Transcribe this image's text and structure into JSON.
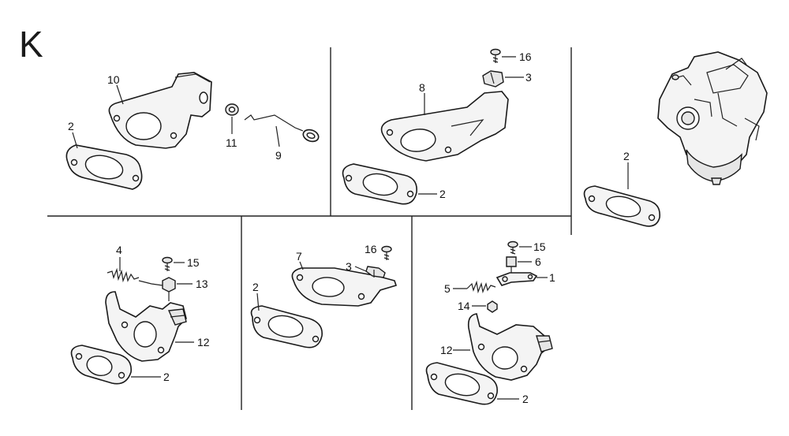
{
  "diagram": {
    "section_letter": "K",
    "callouts": [
      {
        "id": "c10",
        "label": "10"
      },
      {
        "id": "c2a",
        "label": "2"
      },
      {
        "id": "c11",
        "label": "11"
      },
      {
        "id": "c9",
        "label": "9"
      },
      {
        "id": "c16a",
        "label": "16"
      },
      {
        "id": "c3a",
        "label": "3"
      },
      {
        "id": "c8",
        "label": "8"
      },
      {
        "id": "c2b",
        "label": "2"
      },
      {
        "id": "c2c",
        "label": "2"
      },
      {
        "id": "c4",
        "label": "4"
      },
      {
        "id": "c15a",
        "label": "15"
      },
      {
        "id": "c13",
        "label": "13"
      },
      {
        "id": "c12a",
        "label": "12"
      },
      {
        "id": "c2d",
        "label": "2"
      },
      {
        "id": "c7",
        "label": "7"
      },
      {
        "id": "c16b",
        "label": "16"
      },
      {
        "id": "c3b",
        "label": "3"
      },
      {
        "id": "c2e",
        "label": "2"
      },
      {
        "id": "c15b",
        "label": "15"
      },
      {
        "id": "c6",
        "label": "6"
      },
      {
        "id": "c5",
        "label": "5"
      },
      {
        "id": "c1",
        "label": "1"
      },
      {
        "id": "c14",
        "label": "14"
      },
      {
        "id": "c12b",
        "label": "12"
      },
      {
        "id": "c2f",
        "label": "2"
      }
    ]
  }
}
